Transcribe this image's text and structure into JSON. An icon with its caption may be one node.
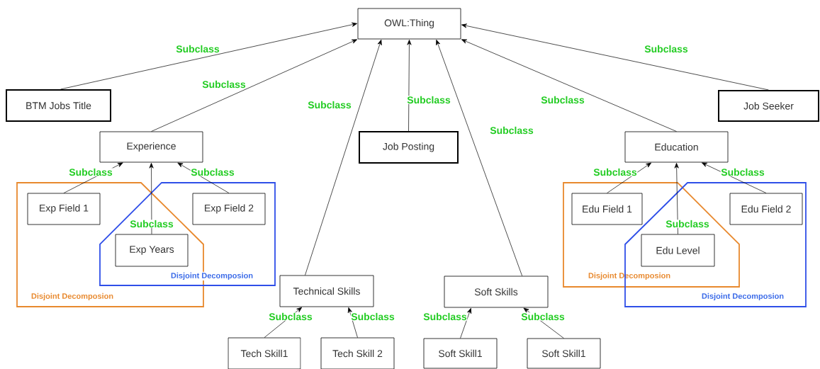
{
  "diagram": {
    "nodes": [
      {
        "text": [
          "OWL:Thing"
        ]
      },
      {
        "text": [
          "BTM Jobs Title"
        ]
      },
      {
        "text": [
          "Job Posting"
        ]
      },
      {
        "text": [
          "Job Seeker"
        ]
      },
      {
        "text": [
          "Experience"
        ]
      },
      {
        "text": [
          "Education"
        ]
      },
      {
        "text": [
          "Disjoint Decomposion"
        ]
      },
      {
        "text": [
          "Disjoint Decomposion"
        ]
      },
      {
        "text": [
          "Exp Field 1"
        ],
        "in": 6
      },
      {
        "text": [
          "Exp Field 2"
        ],
        "in": 7
      },
      {
        "text": [
          "Exp Years"
        ]
      },
      {
        "text": [
          "Technical Skills"
        ]
      },
      {
        "text": [
          "Soft Skills"
        ]
      },
      {
        "text": [
          "Disjoint Decomposion"
        ]
      },
      {
        "text": [
          "Disjoint Decomposion"
        ]
      },
      {
        "text": [
          "Edu Field 1"
        ],
        "in": 13
      },
      {
        "text": [
          "Edu Field 2"
        ],
        "in": 14
      },
      {
        "text": [
          "Edu Level"
        ]
      },
      {
        "text": [
          "Tech Skill1"
        ]
      },
      {
        "text": [
          "Tech Skill 2"
        ]
      },
      {
        "text": [
          "Soft Skill1"
        ]
      },
      {
        "text": [
          "Soft Skill1"
        ]
      }
    ],
    "edges": [
      {
        "from": 1,
        "to": 0,
        "arrow": "to",
        "label": "Subclass"
      },
      {
        "from": 4,
        "to": 0,
        "arrow": "to",
        "label": "Subclass"
      },
      {
        "from": 11,
        "to": 0,
        "arrow": "to",
        "label": "Subclass"
      },
      {
        "from": 2,
        "to": 0,
        "arrow": "to",
        "label": "Subclass"
      },
      {
        "from": 12,
        "to": 0,
        "arrow": "to",
        "label": "Subclass"
      },
      {
        "from": 5,
        "to": 0,
        "arrow": "to",
        "label": "Subclass"
      },
      {
        "from": 3,
        "to": 0,
        "arrow": "to",
        "label": "Subclass"
      },
      {
        "from": 8,
        "to": 4,
        "arrow": "to",
        "label": "Subclass"
      },
      {
        "from": 10,
        "to": 4,
        "arrow": "to",
        "label": "Subclass"
      },
      {
        "from": 9,
        "to": 4,
        "arrow": "to",
        "label": "Subclass"
      },
      {
        "from": 15,
        "to": 5,
        "arrow": "to",
        "label": "Subclass"
      },
      {
        "from": 17,
        "to": 5,
        "arrow": "to",
        "label": "Subclass"
      },
      {
        "from": 16,
        "to": 5,
        "arrow": "to",
        "label": "Subclass"
      },
      {
        "from": 18,
        "to": 11,
        "arrow": "to",
        "label": "Subclass"
      },
      {
        "from": 19,
        "to": 11,
        "arrow": "to",
        "label": "Subclass"
      },
      {
        "from": 20,
        "to": 12,
        "arrow": "to",
        "label": "Subclass"
      },
      {
        "from": 21,
        "to": 12,
        "arrow": "to",
        "label": "Subclass"
      }
    ]
  }
}
